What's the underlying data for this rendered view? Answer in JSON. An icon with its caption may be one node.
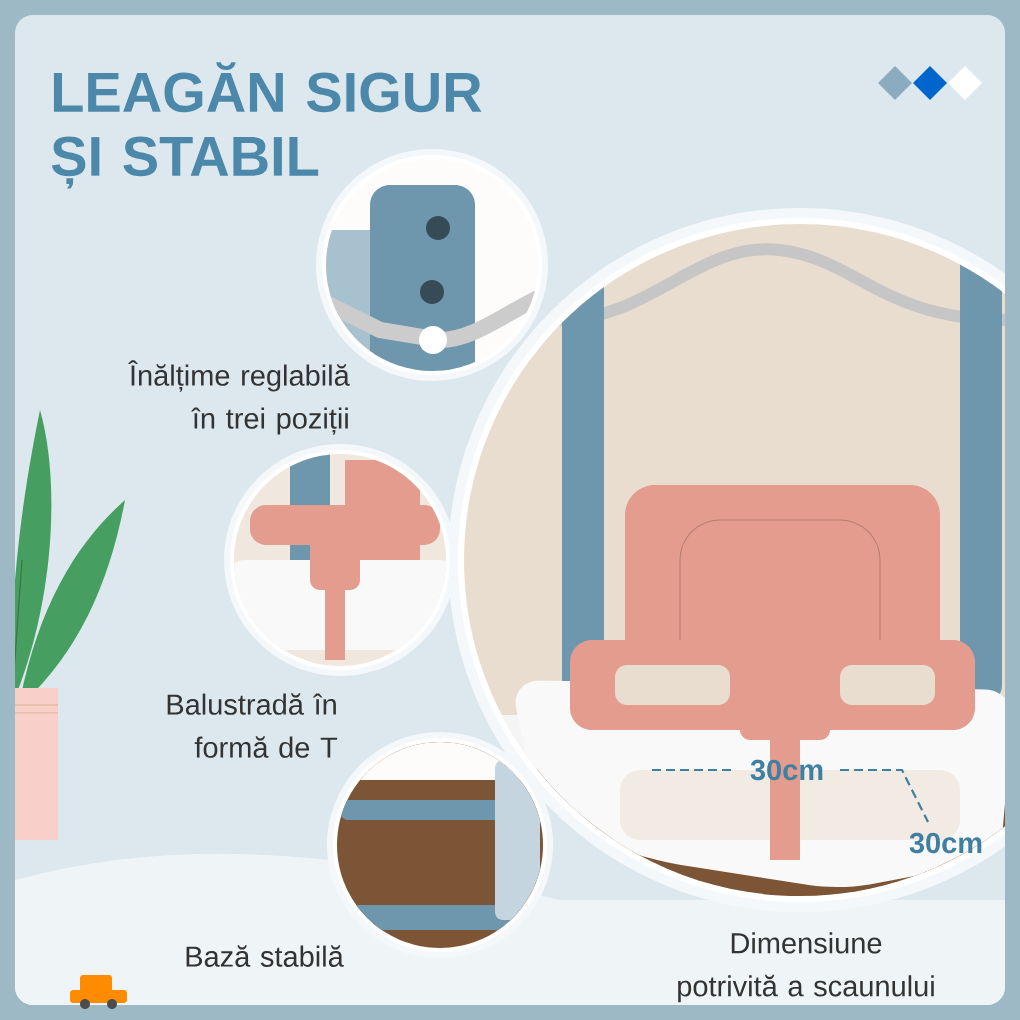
{
  "diagram": {
    "title": "LEAGĂN SIGUR ȘI STABIL",
    "labels": [
      "Înălțime reglabilă în trei poziții",
      "Balustradă în formă de T",
      "30cm",
      "30cm",
      "Bază stabilă",
      "Dimensiune potrivită a scaunului"
    ]
  }
}
